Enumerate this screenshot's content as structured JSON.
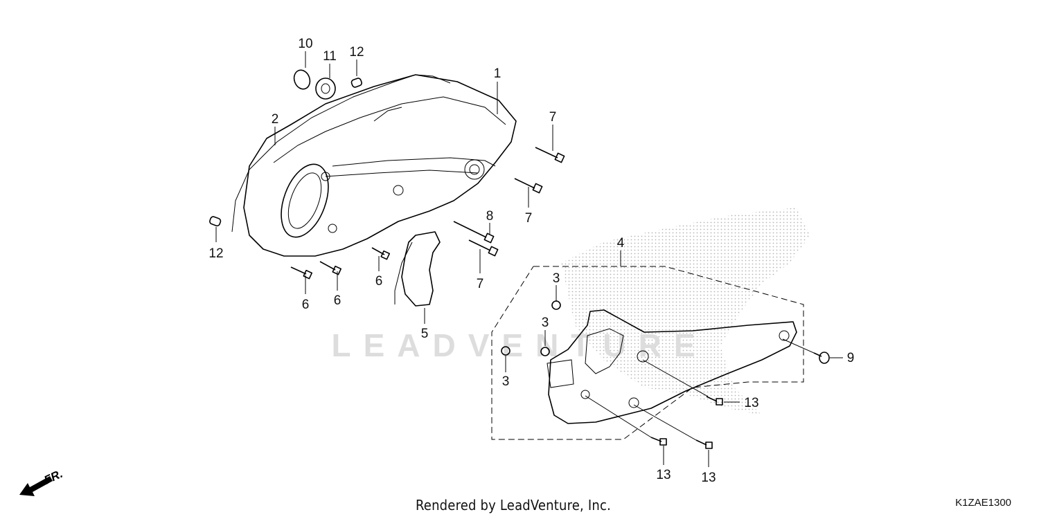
{
  "callouts": [
    {
      "id": "c1",
      "label": "1"
    },
    {
      "id": "c2",
      "label": "2"
    },
    {
      "id": "c3a",
      "label": "3"
    },
    {
      "id": "c3b",
      "label": "3"
    },
    {
      "id": "c3c",
      "label": "3"
    },
    {
      "id": "c4",
      "label": "4"
    },
    {
      "id": "c5",
      "label": "5"
    },
    {
      "id": "c6a",
      "label": "6"
    },
    {
      "id": "c6b",
      "label": "6"
    },
    {
      "id": "c6c",
      "label": "6"
    },
    {
      "id": "c7a",
      "label": "7"
    },
    {
      "id": "c7b",
      "label": "7"
    },
    {
      "id": "c7c",
      "label": "7"
    },
    {
      "id": "c8",
      "label": "8"
    },
    {
      "id": "c9",
      "label": "9"
    },
    {
      "id": "c10",
      "label": "10"
    },
    {
      "id": "c11",
      "label": "11"
    },
    {
      "id": "c12a",
      "label": "12"
    },
    {
      "id": "c12b",
      "label": "12"
    },
    {
      "id": "c13a",
      "label": "13"
    },
    {
      "id": "c13b",
      "label": "13"
    },
    {
      "id": "c13c",
      "label": "13"
    }
  ],
  "direction_label": "FR.",
  "watermark": "LEADVENTURE",
  "footer_text": "Rendered by LeadVenture, Inc.",
  "diagram_code": "K1ZAE1300"
}
